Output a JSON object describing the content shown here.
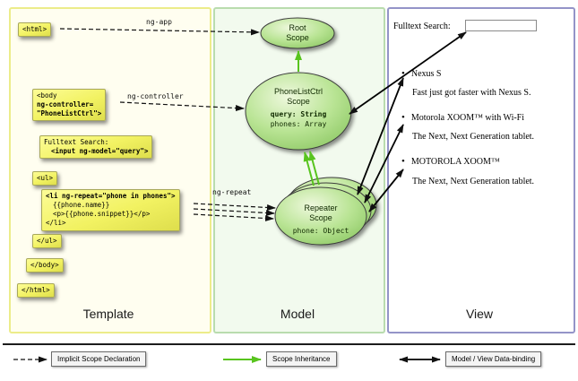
{
  "panels": {
    "template": {
      "label": "Template"
    },
    "model": {
      "label": "Model"
    },
    "view": {
      "label": "View"
    }
  },
  "code": {
    "html_open": "<html>",
    "body_open": [
      "<body",
      "ng-controller=",
      "\"PhoneListCtrl\">"
    ],
    "fulltext_label": "Fulltext Search:",
    "fulltext_input": "<input ng-model=\"query\">",
    "ul_open": "<ul>",
    "li": [
      "<li ng-repeat=\"phone in phones\">",
      "{{phone.name}}",
      "<p>{{phone.snippet}}</p>",
      "</li>"
    ],
    "ul_close": "</ul>",
    "body_close": "</body>",
    "html_close": "</html>"
  },
  "arrows": {
    "ng_app": "ng-app",
    "ng_controller": "ng-controller",
    "ng_repeat": "ng-repeat"
  },
  "scopes": {
    "root": {
      "name": "Root",
      "type": "Scope"
    },
    "phonelist": {
      "name": "PhoneListCtrl",
      "type": "Scope",
      "prop_query": "query: String",
      "prop_phones": "phones: Array"
    },
    "repeater": {
      "name": "Repeater",
      "type": "Scope",
      "prop_phone": "phone: Object"
    }
  },
  "view": {
    "search_label": "Fulltext Search:",
    "search_value": "",
    "items": [
      {
        "name": "Nexus S",
        "snippet": "Fast just got faster with Nexus S."
      },
      {
        "name": "Motorola XOOM™ with Wi-Fi",
        "snippet": "The Next, Next Generation tablet."
      },
      {
        "name": "MOTOROLA XOOM™",
        "snippet": "The Next, Next Generation tablet."
      }
    ]
  },
  "legend": {
    "implicit": "Implicit Scope Declaration",
    "inheritance": "Scope Inheritance",
    "binding": "Model / View Data-binding"
  }
}
